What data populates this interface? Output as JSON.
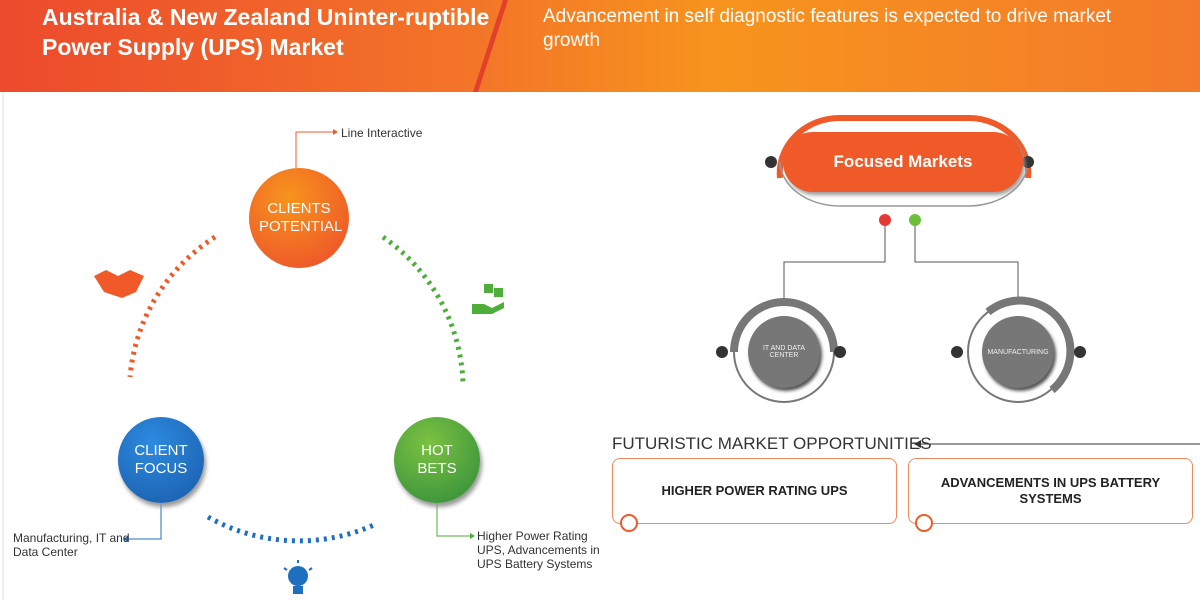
{
  "header": {
    "title": "Australia & New Zealand Uninter-ruptible Power Supply (UPS) Market",
    "subtitle": "Advancement in self diagnostic features is expected to drive market growth"
  },
  "cycle": {
    "clients_potential": {
      "label": "CLIENTS POTENTIAL",
      "note": "Line Interactive"
    },
    "client_focus": {
      "label": "CLIENT FOCUS",
      "note": "Manufacturing, IT and Data Center"
    },
    "hot_bets": {
      "label": "HOT BETS",
      "note": "Higher Power Rating UPS,  Advancements in UPS Battery Systems"
    }
  },
  "focused": {
    "title": "Focused Markets",
    "markets": [
      "IT AND DATA CENTER",
      "MANUFACTURING"
    ]
  },
  "futuristic": {
    "title": "FUTURISTIC MARKET OPPORTUNITIES",
    "items": [
      "HIGHER POWER RATING UPS",
      "ADVANCEMENTS IN UPS BATTERY SYSTEMS"
    ]
  },
  "colors": {
    "orange": "#f05a28",
    "blue": "#1f6fc0",
    "green": "#4fae3a",
    "gray": "#777777"
  }
}
